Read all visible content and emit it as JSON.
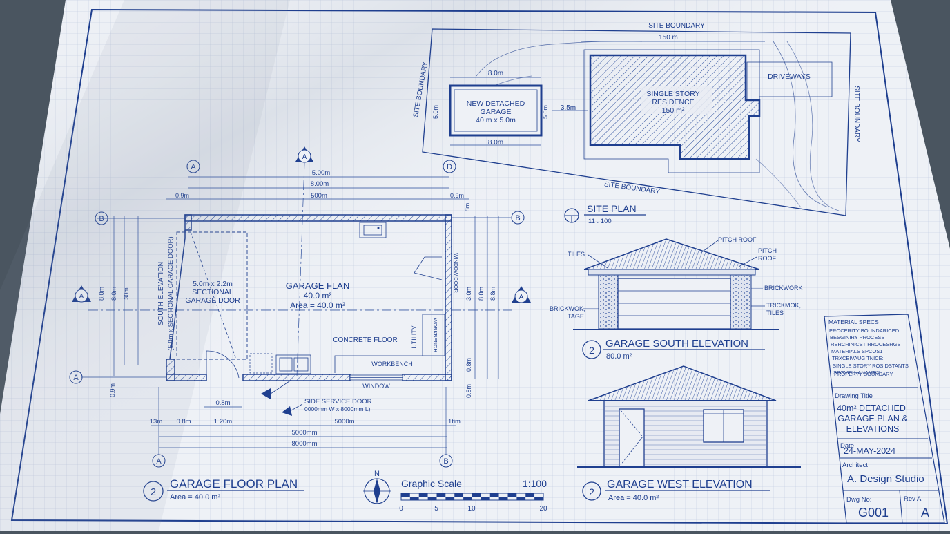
{
  "site_plan": {
    "boundary_top": "SITE BOUNDARY",
    "boundary_left": "SITE BOUNDARY",
    "boundary_right": "SITE BOUNDARY",
    "boundary_bottom": "SITE BOUNDARY",
    "width_dim": "150 m",
    "garage_top_dim": "8.0m",
    "garage_bottom_dim": "8.0m",
    "garage_side_dim_left": "5.0m",
    "garage_side_dim_right": "5.0m",
    "gap_dim": "3.5m",
    "garage_label": [
      "NEW DETACHED",
      "GARAGE",
      "40 m x 5.0m"
    ],
    "residence_label": [
      "SINGLE STORY",
      "RESIDENCE",
      "150 m²"
    ],
    "driveway_label": "DRIVEWAYS",
    "title": "SITE PLAN",
    "scale": "11 : 100"
  },
  "floor_plan": {
    "grid_A": "A",
    "grid_B": "B",
    "grid_D": "D",
    "section_A": "A",
    "dims_top": [
      "5.00m",
      "8.00m",
      "500m"
    ],
    "dim_left_small": "0.9m",
    "dim_right_small": "0.9m",
    "dims_left_vertical": [
      "8.0m",
      "8.0m",
      "30m"
    ],
    "dims_right_vertical": [
      "3.0m",
      "8.0m",
      "8.8m"
    ],
    "dim_right_top": "8m",
    "dim_right_low_1": "0.8m",
    "dim_right_low_2": "0.8m",
    "dim_left_low": "0.9m",
    "door_label": [
      "5.0m x 2.2m",
      "SECTIONAL",
      "GARAGE DOOR"
    ],
    "south_elev_label": [
      "SOUTH ELEVATION",
      "(5.0m x SECTIONAL GARAGE DOOR)"
    ],
    "room_label": [
      "GARAGE FLAN",
      "40.0 m²",
      "Area = 40.0 m²"
    ],
    "concrete_floor": "CONCRETE FLOOR",
    "utility": "UTILITY",
    "workbench_vertical": "WORKBENCH",
    "workbench": "WORKBENCH",
    "window": "WINDOW",
    "window_door_vertical": "WINDOW DOOR",
    "door_dim": "0.8m",
    "side_door_label": [
      "SIDE SERVICE DOOR",
      "0000mm W x 8000mm L)"
    ],
    "bottom_dims": [
      "13m",
      "0.8m",
      "1.20m",
      "5000m",
      "1tim"
    ],
    "bottom_total_1": "5000mm",
    "bottom_total_2": "8000mm",
    "title_num": "2",
    "title": "GARAGE FLOOR PLAN",
    "subtitle": "Area = 40.0 m²"
  },
  "scale_bar": {
    "north": "N",
    "title": "Graphic Scale",
    "ratio": "1:100",
    "ticks": [
      "0",
      "5",
      "10",
      "20"
    ]
  },
  "south_elevation": {
    "tiles_label": "TILES",
    "pitch_roof_1": "PITCH ROOF",
    "pitch_roof_2": [
      "PITCH",
      "ROOF"
    ],
    "brickwork_right": "BRICKWORK",
    "trickwork": [
      "TRICKMOK,",
      "TILES"
    ],
    "brickwork_left": [
      "BRICKWOK,",
      "TAGE"
    ],
    "title_num": "2",
    "title": "GARAGE SOUTH ELEVATION",
    "subtitle": "80.0 m²"
  },
  "west_elevation": {
    "title_num": "2",
    "title": "GARAGE WEST ELEVATION",
    "subtitle": "Area = 40.0 m²"
  },
  "title_block": {
    "material_specs": [
      "MATERIAL SPECS",
      "PROCERITY BOUNDARICED.",
      "BESGINIRY PROCESS",
      "RERCRINICST RROCESRGS",
      "MATERIALS SPCOS1",
      "TRXCEIVAUG TNICE:",
      "SINGLE STORY ROSIDSTANTS",
      "SBOVEI NANAMEX",
      "PROPERTY SOUNDARY"
    ],
    "drawing_title_label": "Drawing Title",
    "drawing_title": [
      "40m² DETACHED",
      "GARAGE PLAN &",
      "ELEVATIONS"
    ],
    "date_label": "Date",
    "date": "24-MAY-2024",
    "architect_label": "Architect",
    "architect": "A. Design Studio",
    "dwg_label": "Dwg No:",
    "dwg": "G001",
    "rev_label": "Rev A",
    "rev": "A"
  }
}
